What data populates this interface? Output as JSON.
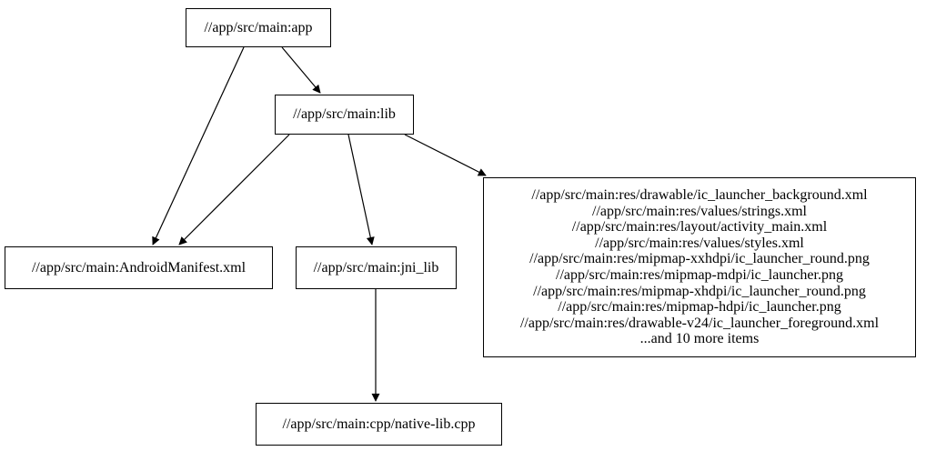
{
  "diagram": {
    "type": "dependency-graph",
    "background_color": "#ffffff",
    "node_border_color": "#000000",
    "text_color": "#000000",
    "nodes": {
      "app": {
        "label": "//app/src/main:app"
      },
      "lib": {
        "label": "//app/src/main:lib"
      },
      "manifest": {
        "label": "//app/src/main:AndroidManifest.xml"
      },
      "jni_lib": {
        "label": "//app/src/main:jni_lib"
      },
      "res": {
        "lines": [
          "//app/src/main:res/drawable/ic_launcher_background.xml",
          "//app/src/main:res/values/strings.xml",
          "//app/src/main:res/layout/activity_main.xml",
          "//app/src/main:res/values/styles.xml",
          "//app/src/main:res/mipmap-xxhdpi/ic_launcher_round.png",
          "//app/src/main:res/mipmap-mdpi/ic_launcher.png",
          "//app/src/main:res/mipmap-xhdpi/ic_launcher_round.png",
          "//app/src/main:res/mipmap-hdpi/ic_launcher.png",
          "//app/src/main:res/drawable-v24/ic_launcher_foreground.xml",
          "...and 10 more items"
        ]
      },
      "native_cpp": {
        "label": "//app/src/main:cpp/native-lib.cpp"
      }
    },
    "edges": [
      {
        "from": "//app/src/main:app",
        "to": "//app/src/main:lib"
      },
      {
        "from": "//app/src/main:app",
        "to": "//app/src/main:AndroidManifest.xml"
      },
      {
        "from": "//app/src/main:lib",
        "to": "//app/src/main:AndroidManifest.xml"
      },
      {
        "from": "//app/src/main:lib",
        "to": "//app/src/main:jni_lib"
      },
      {
        "from": "//app/src/main:lib",
        "to": "res-file-group"
      },
      {
        "from": "//app/src/main:jni_lib",
        "to": "//app/src/main:cpp/native-lib.cpp"
      }
    ]
  }
}
